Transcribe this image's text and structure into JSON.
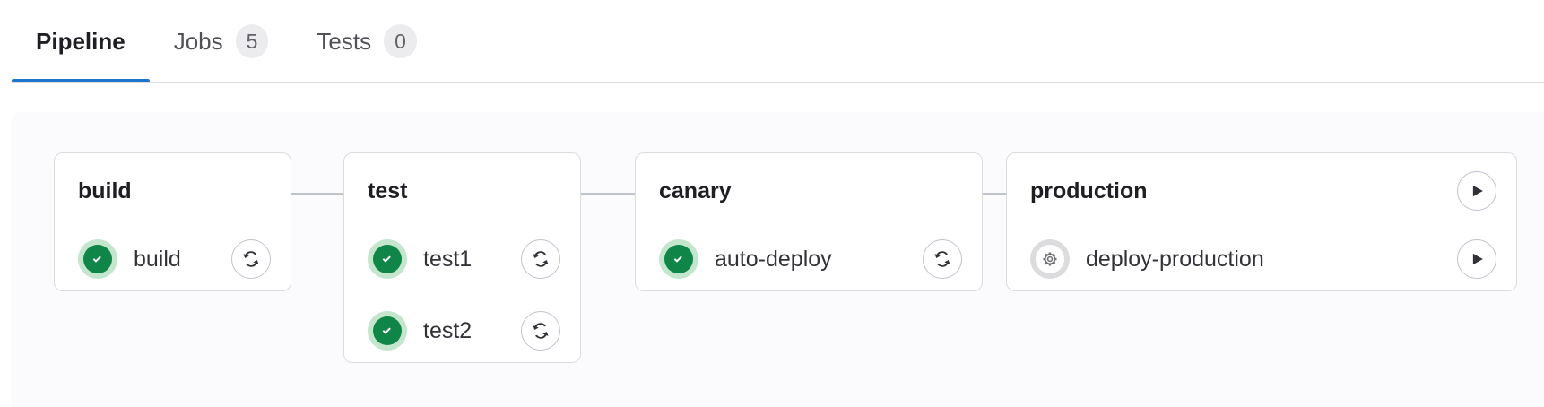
{
  "tabs": [
    {
      "label": "Pipeline",
      "badge": null,
      "active": true,
      "name": "tab-pipeline"
    },
    {
      "label": "Jobs",
      "badge": "5",
      "active": false,
      "name": "tab-jobs"
    },
    {
      "label": "Tests",
      "badge": "0",
      "active": false,
      "name": "tab-tests"
    }
  ],
  "colors": {
    "accent": "#1f75cb",
    "success": "#108548",
    "success_halo": "#c3e6cd",
    "manual": "#737278",
    "manual_halo": "#dcdcde",
    "card_border": "#dcdcde",
    "connector": "#bfc3cc",
    "panel_bg": "#fbfafd"
  },
  "pipeline": {
    "stages": [
      {
        "name": "build",
        "header_action": null,
        "jobs": [
          {
            "name": "build",
            "status": "success",
            "status_icon": "status-success-icon",
            "action": "retry",
            "action_icon": "retry-icon"
          }
        ]
      },
      {
        "name": "test",
        "header_action": null,
        "jobs": [
          {
            "name": "test1",
            "status": "success",
            "status_icon": "status-success-icon",
            "action": "retry",
            "action_icon": "retry-icon"
          },
          {
            "name": "test2",
            "status": "success",
            "status_icon": "status-success-icon",
            "action": "retry",
            "action_icon": "retry-icon"
          }
        ]
      },
      {
        "name": "canary",
        "header_action": null,
        "jobs": [
          {
            "name": "auto-deploy",
            "status": "success",
            "status_icon": "status-success-icon",
            "action": "retry",
            "action_icon": "retry-icon"
          }
        ]
      },
      {
        "name": "production",
        "header_action": "play",
        "header_action_icon": "play-icon",
        "jobs": [
          {
            "name": "deploy-production",
            "status": "manual",
            "status_icon": "status-manual-gear-icon",
            "action": "play",
            "action_icon": "play-icon"
          }
        ]
      }
    ]
  }
}
